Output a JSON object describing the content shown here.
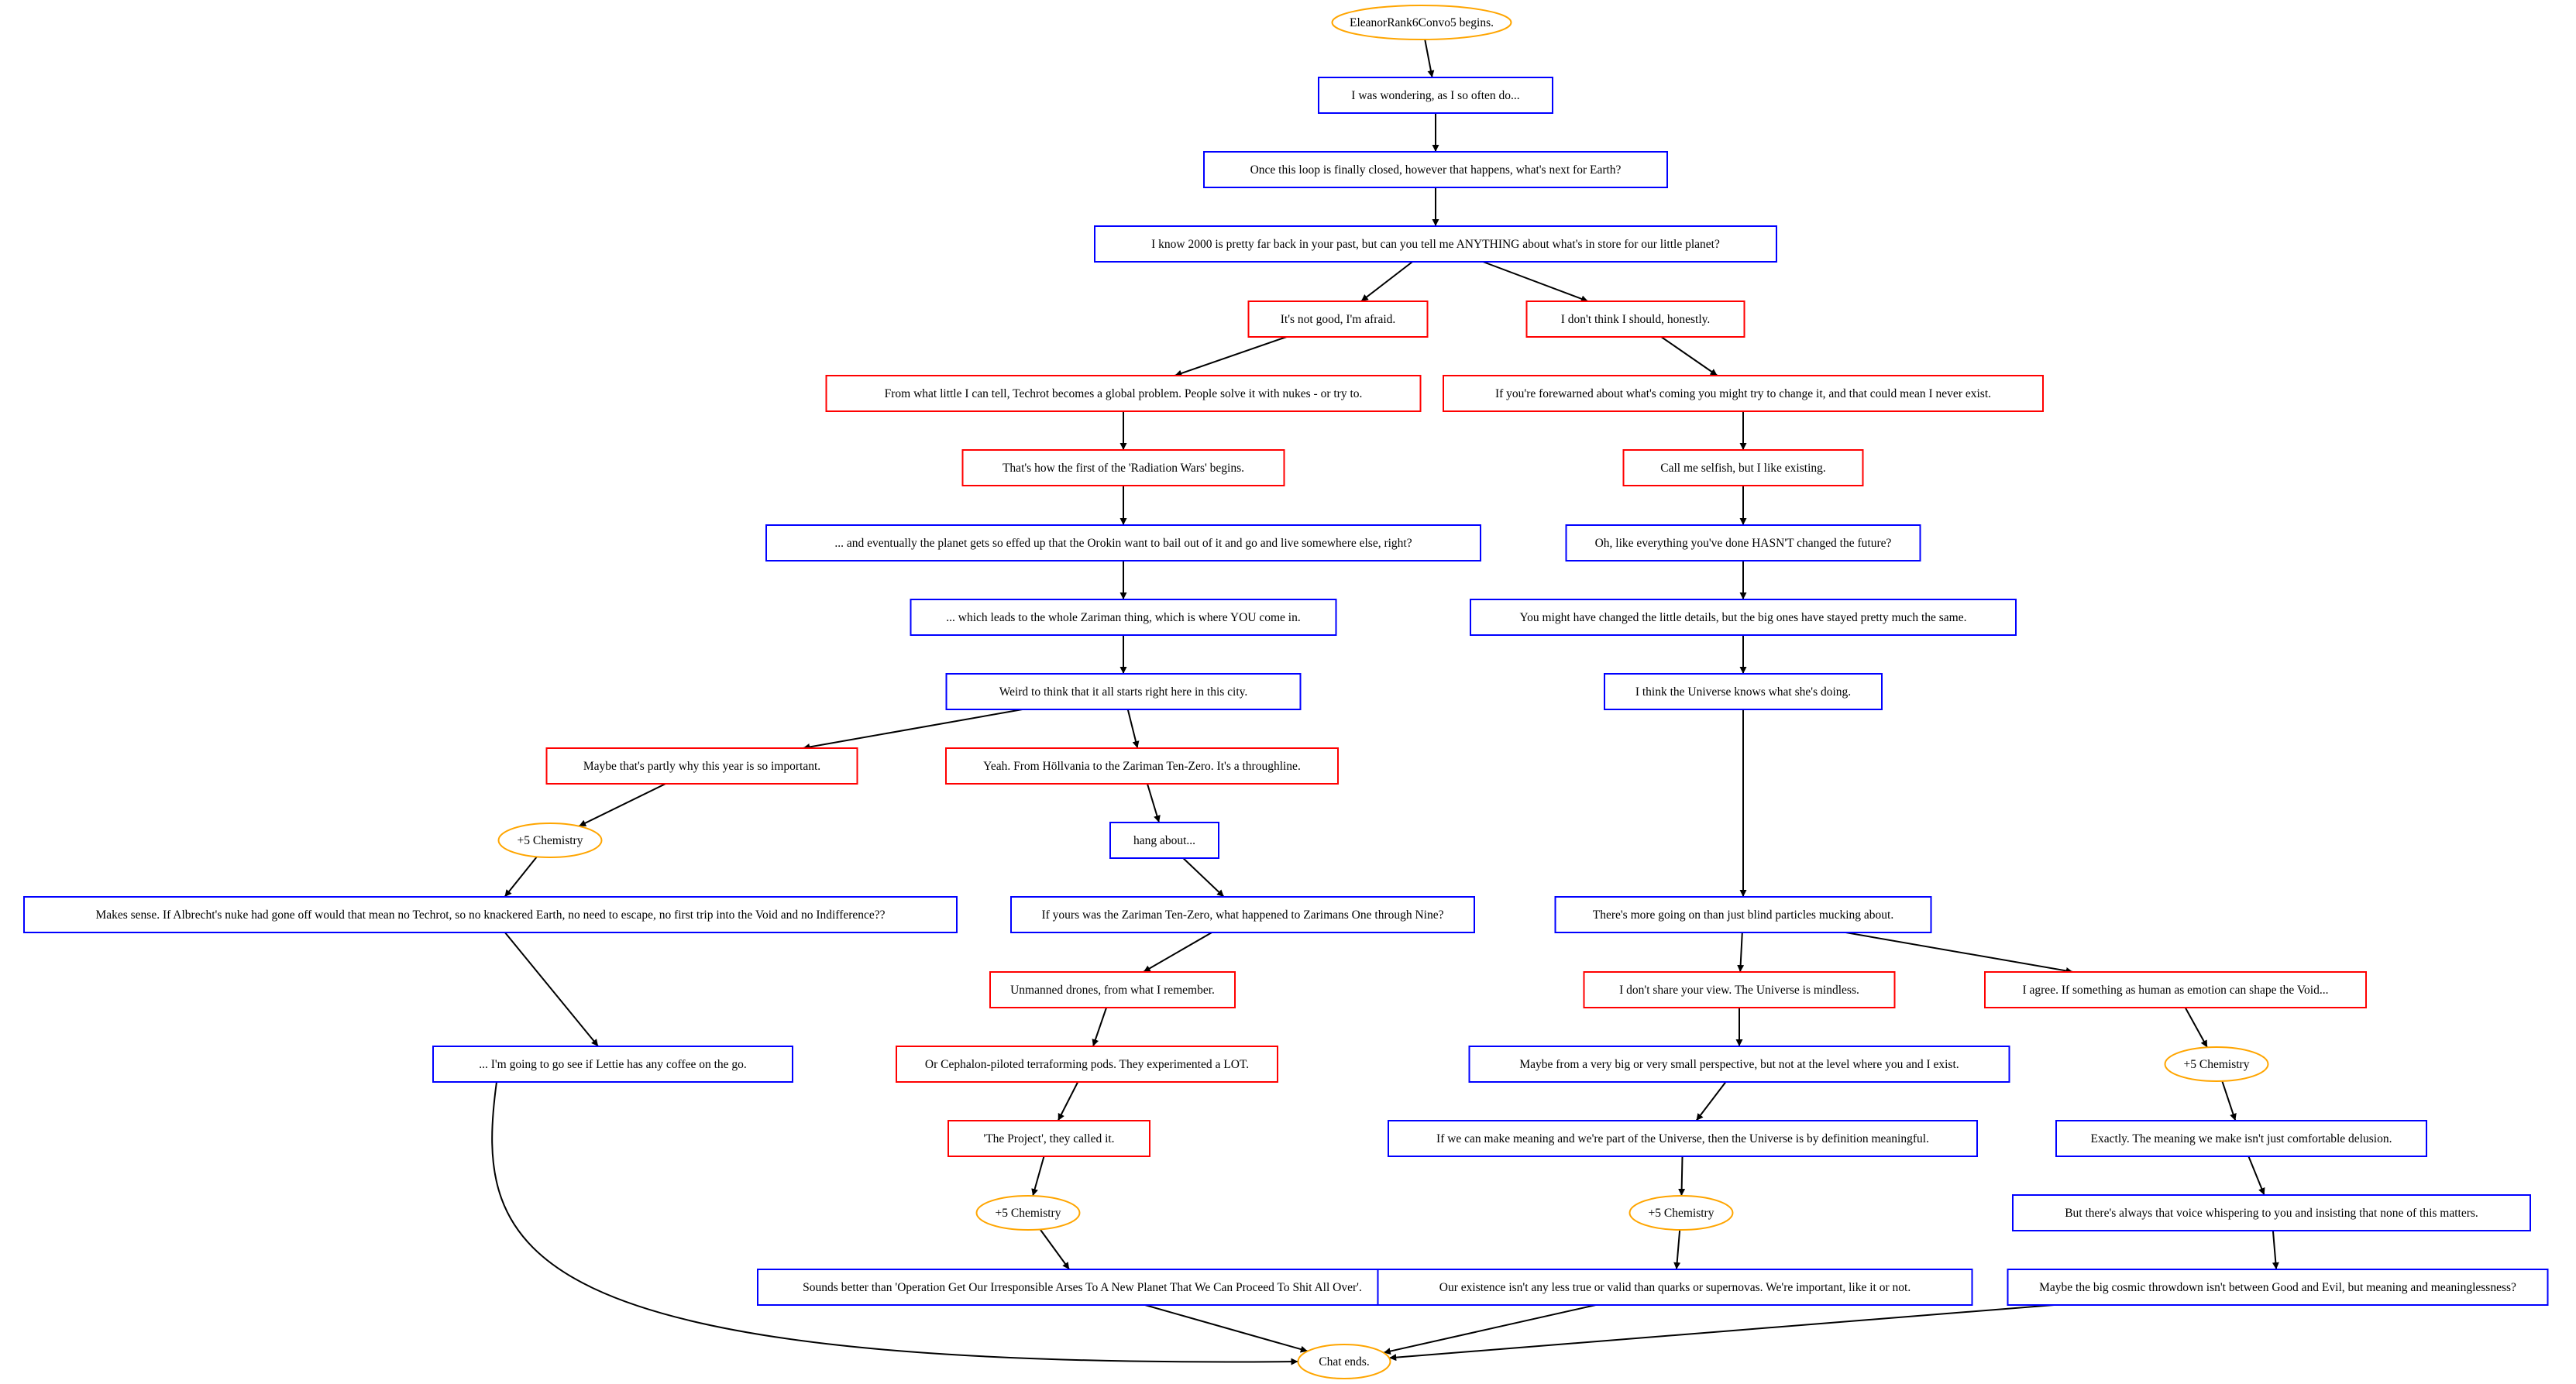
{
  "nodes": [
    {
      "id": "start",
      "text": "EleanorRank6Convo5 begins.",
      "kind": "terminal"
    },
    {
      "id": "n1",
      "text": "I was wondering, as I so often do...",
      "kind": "npc"
    },
    {
      "id": "n2",
      "text": "Once this loop is finally closed, however that happens, what's next for Earth?",
      "kind": "npc"
    },
    {
      "id": "n3",
      "text": "I know 2000 is pretty far back in your past, but can you tell me ANYTHING about what's in store for our little planet?",
      "kind": "npc"
    },
    {
      "id": "c1",
      "text": "It's not good, I'm afraid.",
      "kind": "player"
    },
    {
      "id": "c2",
      "text": "I don't think I should, honestly.",
      "kind": "player"
    },
    {
      "id": "l1",
      "text": "From what little I can tell, Techrot becomes a global problem. People solve it with nukes - or try to.",
      "kind": "player"
    },
    {
      "id": "r1",
      "text": "If you're forewarned about what's coming you might try to change it, and that could mean I never exist.",
      "kind": "player"
    },
    {
      "id": "l2",
      "text": "That's how the first of the 'Radiation Wars' begins.",
      "kind": "player"
    },
    {
      "id": "r2",
      "text": "Call me selfish, but I like existing.",
      "kind": "player"
    },
    {
      "id": "l3",
      "text": "... and eventually the planet gets so effed up that the Orokin want to bail out of it and go and live somewhere else, right?",
      "kind": "npc"
    },
    {
      "id": "r3",
      "text": "Oh, like everything you've done HASN'T changed the future?",
      "kind": "npc"
    },
    {
      "id": "l4",
      "text": "... which leads to the whole Zariman thing, which is where YOU come in.",
      "kind": "npc"
    },
    {
      "id": "r4",
      "text": "You might have changed the little details, but the big ones have stayed pretty much the same.",
      "kind": "npc"
    },
    {
      "id": "l5",
      "text": "Weird to think that it all starts right here in this city.",
      "kind": "npc"
    },
    {
      "id": "r5",
      "text": "I think the Universe knows what she's doing.",
      "kind": "npc"
    },
    {
      "id": "l6a",
      "text": "Maybe that's partly why this year is so important.",
      "kind": "player"
    },
    {
      "id": "l6b",
      "text": "Yeah. From Höllvania to the Zariman Ten-Zero. It's a throughline.",
      "kind": "player"
    },
    {
      "id": "chem1",
      "text": "+5 Chemistry",
      "kind": "terminal"
    },
    {
      "id": "hang",
      "text": "hang about...",
      "kind": "npc"
    },
    {
      "id": "ms",
      "text": "Makes sense. If Albrecht's nuke had gone off would that mean no Techrot, so no knackered Earth, no need to escape, no first trip into the Void and no Indifference??",
      "kind": "npc"
    },
    {
      "id": "yours",
      "text": "If yours was the Zariman Ten-Zero, what happened to Zarimans One through Nine?",
      "kind": "npc"
    },
    {
      "id": "r6",
      "text": "There's more going on than just blind particles mucking about.",
      "kind": "npc"
    },
    {
      "id": "unm",
      "text": "Unmanned drones, from what I remember.",
      "kind": "player"
    },
    {
      "id": "dis",
      "text": "I don't share your view. The Universe is mindless.",
      "kind": "player"
    },
    {
      "id": "agr",
      "text": "I agree. If something as human as emotion can shape the Void...",
      "kind": "player"
    },
    {
      "id": "coffee",
      "text": "... I'm going to go see if Lettie has any coffee on the go.",
      "kind": "npc"
    },
    {
      "id": "ceph",
      "text": "Or Cephalon-piloted terraforming pods. They experimented a LOT.",
      "kind": "player"
    },
    {
      "id": "maybe",
      "text": "Maybe from a very big or very small perspective, but not at the level where you and I exist.",
      "kind": "npc"
    },
    {
      "id": "chem3",
      "text": "+5 Chemistry",
      "kind": "terminal"
    },
    {
      "id": "proj",
      "text": "'The Project', they called it.",
      "kind": "player"
    },
    {
      "id": "ifwe",
      "text": "If we can make meaning and we're part of the Universe, then the Universe is by definition meaningful.",
      "kind": "npc"
    },
    {
      "id": "exact",
      "text": "Exactly. The meaning we make isn't just comfortable delusion.",
      "kind": "npc"
    },
    {
      "id": "chem2",
      "text": "+5 Chemistry",
      "kind": "terminal"
    },
    {
      "id": "chem4",
      "text": "+5 Chemistry",
      "kind": "terminal"
    },
    {
      "id": "voice",
      "text": "But there's always that voice whispering to you and insisting that none of this matters.",
      "kind": "npc"
    },
    {
      "id": "sounds",
      "text": "Sounds better than 'Operation Get Our Irresponsible Arses To A New Planet That We Can Proceed To Shit All Over'.",
      "kind": "npc"
    },
    {
      "id": "exist",
      "text": "Our existence isn't any less true or valid than quarks or supernovas. We're important, like it or not.",
      "kind": "npc"
    },
    {
      "id": "cosmic",
      "text": "Maybe the big cosmic throwdown isn't between Good and Evil, but meaning and meaninglessness?",
      "kind": "npc"
    },
    {
      "id": "end",
      "text": "Chat ends.",
      "kind": "terminal"
    }
  ],
  "edges": [
    [
      "start",
      "n1"
    ],
    [
      "n1",
      "n2"
    ],
    [
      "n2",
      "n3"
    ],
    [
      "n3",
      "c1"
    ],
    [
      "n3",
      "c2"
    ],
    [
      "c1",
      "l1"
    ],
    [
      "c2",
      "r1"
    ],
    [
      "l1",
      "l2"
    ],
    [
      "r1",
      "r2"
    ],
    [
      "l2",
      "l3"
    ],
    [
      "r2",
      "r3"
    ],
    [
      "l3",
      "l4"
    ],
    [
      "r3",
      "r4"
    ],
    [
      "l4",
      "l5"
    ],
    [
      "r4",
      "r5"
    ],
    [
      "l5",
      "l6a"
    ],
    [
      "l5",
      "l6b"
    ],
    [
      "l6a",
      "chem1"
    ],
    [
      "l6b",
      "hang"
    ],
    [
      "chem1",
      "ms"
    ],
    [
      "hang",
      "yours"
    ],
    [
      "r5",
      "r6"
    ],
    [
      "yours",
      "unm"
    ],
    [
      "r6",
      "dis"
    ],
    [
      "r6",
      "agr"
    ],
    [
      "ms",
      "coffee"
    ],
    [
      "unm",
      "ceph"
    ],
    [
      "dis",
      "maybe"
    ],
    [
      "agr",
      "chem2"
    ],
    [
      "ceph",
      "proj"
    ],
    [
      "maybe",
      "ifwe"
    ],
    [
      "chem2",
      "exact"
    ],
    [
      "proj",
      "chem3"
    ],
    [
      "ifwe",
      "chem4"
    ],
    [
      "exact",
      "voice"
    ],
    [
      "chem3",
      "sounds"
    ],
    [
      "chem4",
      "exist"
    ],
    [
      "voice",
      "cosmic"
    ],
    [
      "coffee",
      "end"
    ],
    [
      "sounds",
      "end"
    ],
    [
      "exist",
      "end"
    ],
    [
      "cosmic",
      "end"
    ]
  ],
  "colors": {
    "npc": "#0000ff",
    "player": "#ff0000",
    "terminal": "#ffa500",
    "edge": "#000000"
  }
}
